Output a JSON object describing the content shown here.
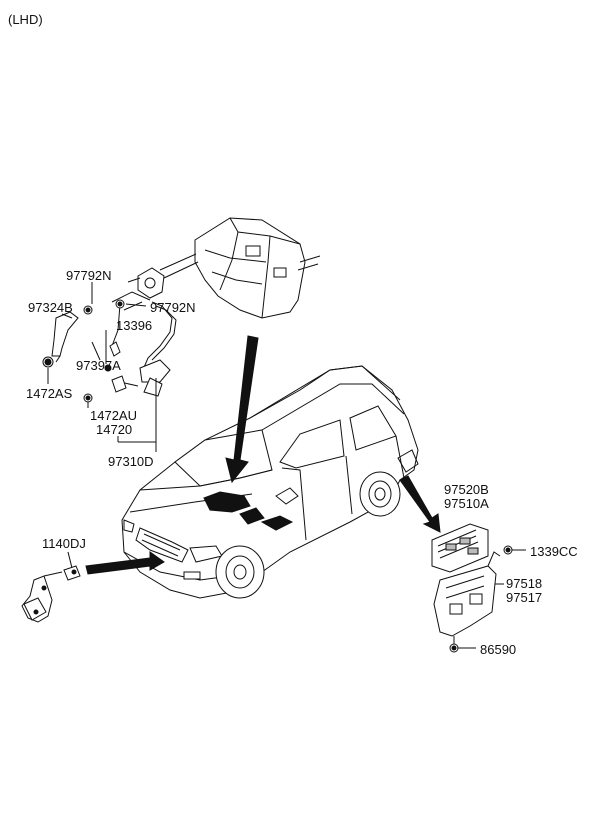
{
  "header": {
    "variant": "(LHD)"
  },
  "callouts": {
    "c97792N_a": "97792N",
    "c97324B": "97324B",
    "c97792N_b": "97792N",
    "c13396": "13396",
    "c97397A": "97397A",
    "c1472AS": "1472AS",
    "c1472AU": "1472AU",
    "c14720": "14720",
    "c97310D": "97310D",
    "c1140DJ": "1140DJ",
    "c97520B": "97520B",
    "c97510A": "97510A",
    "c1339CC": "1339CC",
    "c97518": "97518",
    "c97517": "97517",
    "c86590": "86590"
  }
}
